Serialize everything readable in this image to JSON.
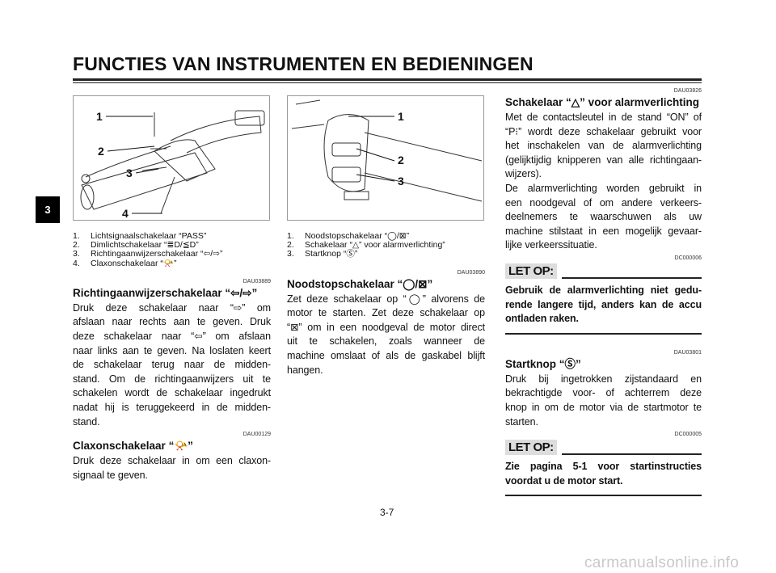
{
  "header": {
    "title": "FUNCTIES VAN INSTRUMENTEN EN BEDIENINGEN",
    "chapter_tab": "3"
  },
  "figure_left": {
    "callouts": [
      "1",
      "2",
      "3",
      "4"
    ]
  },
  "figure_middle": {
    "callouts": [
      "1",
      "2",
      "3"
    ]
  },
  "left": {
    "legend": [
      {
        "n": "1.",
        "t": "Lichtsignaalschakelaar “PASS”"
      },
      {
        "n": "2.",
        "t": "Dimlichtschakelaar “≣D/≦D”"
      },
      {
        "n": "3.",
        "t": "Richtingaanwijzerschakelaar “⇦/⇨”"
      },
      {
        "n": "4.",
        "t": "Claxonschakelaar “📯”"
      }
    ],
    "s1_code": "DAU03889",
    "s1_heading": "Richtingaanwijzerschakelaar “⇦/⇨”",
    "s1_lines": [
      "Druk deze schakelaar naar “⇨” om",
      "afslaan naar rechts aan te geven. Druk",
      "deze schakelaar naar “⇦” om afslaan",
      "naar links aan te geven. Na loslaten keert",
      "de schakelaar terug naar de midden-",
      "stand. Om de richtingaanwijzers uit te",
      "schakelen wordt de schakelaar ingedrukt",
      "nadat hij is teruggekeerd in de midden-",
      "stand."
    ],
    "s2_code": "DAU00129",
    "s2_heading": "Claxonschakelaar “📯”",
    "s2_lines": [
      "Druk deze schakelaar in om een claxon-",
      "signaal te geven."
    ]
  },
  "middle": {
    "legend": [
      {
        "n": "1.",
        "t": "Noodstopschakelaar “◯/⊠”"
      },
      {
        "n": "2.",
        "t": "Schakelaar “△” voor alarmverlichting”"
      },
      {
        "n": "3.",
        "t": "Startknop “Ⓢ”"
      }
    ],
    "s1_code": "DAU03890",
    "s1_heading": "Noodstopschakelaar “◯/⊠”",
    "s1_lines": [
      "Zet deze schakelaar op “◯” alvorens de",
      "motor te starten. Zet deze schakelaar op",
      "“⊠” om in een noodgeval de motor direct",
      "uit te schakelen, zoals wanneer de",
      "machine omslaat of als de gaskabel blijft",
      "hangen."
    ]
  },
  "right": {
    "s1_code": "DAU03826",
    "s1_heading": "Schakelaar “△” voor alarmverlichting",
    "s1_lines": [
      "Met de contactsleutel in de stand “ON” of",
      "“P⁝” wordt deze schakelaar gebruikt voor",
      "het inschakelen van de alarmverlichting",
      "(gelijktijdig knipperen van alle richtingaan-",
      "wijzers).",
      "De alarmverlichting worden gebruikt in",
      "een noodgeval of om andere verkeers-",
      "deelnemers te waarschuwen als uw",
      "machine stilstaat in een mogelijk gevaar-",
      "lijke verkeerssituatie."
    ],
    "n1_code": "DC000006",
    "n1_label": "LET OP:",
    "n1_lines": [
      "Gebruik de alarmverlichting niet gedu-",
      "rende langere tijd, anders kan de accu",
      "ontladen raken."
    ],
    "s2_code": "DAU03801",
    "s2_heading": "Startknop “Ⓢ”",
    "s2_lines": [
      "Druk bij ingetrokken zijstandaard en",
      "bekrachtigde voor- of achterrem deze",
      "knop in om de motor via de startmotor te",
      "starten."
    ],
    "n2_code": "DC000005",
    "n2_label": "LET OP:",
    "n2_lines": [
      "Zie pagina 5-1 voor startinstructies",
      "voordat u de motor start."
    ]
  },
  "footer": {
    "page": "3-7",
    "watermark": "carmanualsonline.info"
  }
}
